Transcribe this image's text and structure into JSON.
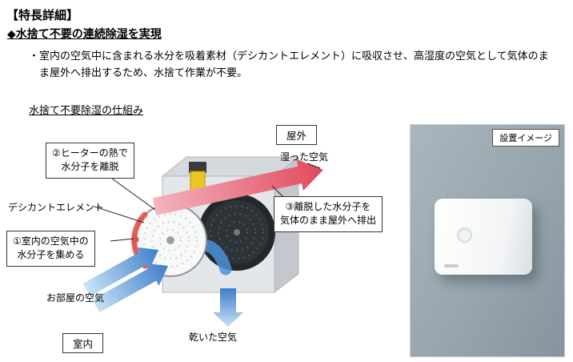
{
  "header": {
    "title": "【特長詳細】",
    "feature_heading": "◆水捨て不要の連続除湿を実現",
    "description": "・室内の空気中に含まれる水分を吸着素材（デシカントエレメント）に吸収させ、高湿度の空気として気体のまま屋外へ排出するため、水捨て作業が不要。"
  },
  "diagram": {
    "heading": "水捨て不要除湿の仕組み",
    "outdoor_label": "屋外",
    "indoor_label": "室内",
    "humid_air_label": "湿った空気",
    "room_air_label": "お部屋の空気",
    "dry_air_label": "乾いた空気",
    "desiccant_label": "デシカントエレメント",
    "callout_collect": {
      "line1": "①室内の空気中の",
      "line2": "水分子を集める"
    },
    "callout_heater": {
      "line1": "②ヒーターの熱で",
      "line2": "水分子を離脱"
    },
    "callout_exhaust": {
      "line1": "③離脱した水分子を",
      "line2": "気体のまま屋外へ排出"
    }
  },
  "photo": {
    "label": "設置イメージ"
  },
  "colors": {
    "humid_arrow_tail": "#f5b3c0",
    "humid_arrow_head": "#e04a5a",
    "cool_arrow_light": "#c9e4f7",
    "cool_arrow_dark": "#3d7cc9",
    "flow_blue": "#4a90d9",
    "heater_yellow": "#edc522",
    "heat_red": "#e0524f",
    "wall_gray": "#97a5ae",
    "device_gray": "#e3e7ea"
  }
}
